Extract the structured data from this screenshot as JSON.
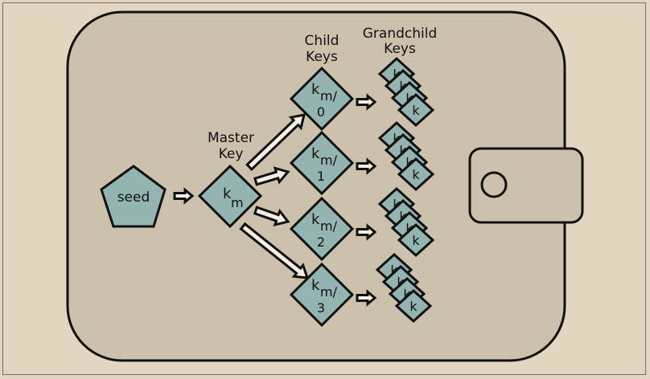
{
  "diagram": {
    "title": "HD wallet key derivation",
    "colors": {
      "page_bg": "#e2d6c0",
      "wallet_fill": "#cbc1ad",
      "node_fill": "#94b4b1",
      "stroke": "#111111"
    },
    "labels": {
      "master_line1": "Master",
      "master_line2": "Key",
      "child_line1": "Child",
      "child_line2": "Keys",
      "grandchild_line1": "Grandchild",
      "grandchild_line2": "Keys"
    },
    "seed": {
      "label": "seed",
      "shape": "pentagon"
    },
    "master": {
      "base": "k",
      "sub": "m"
    },
    "children": [
      {
        "base": "k",
        "sub": "m/",
        "index": "0"
      },
      {
        "base": "k",
        "sub": "m/",
        "index": "1"
      },
      {
        "base": "k",
        "sub": "m/",
        "index": "2"
      },
      {
        "base": "k",
        "sub": "m/",
        "index": "3"
      }
    ],
    "grandchild_label": "k",
    "grandchildren_per_child": 4,
    "wallet_clasp": {
      "icon": "circle-button-icon"
    }
  }
}
